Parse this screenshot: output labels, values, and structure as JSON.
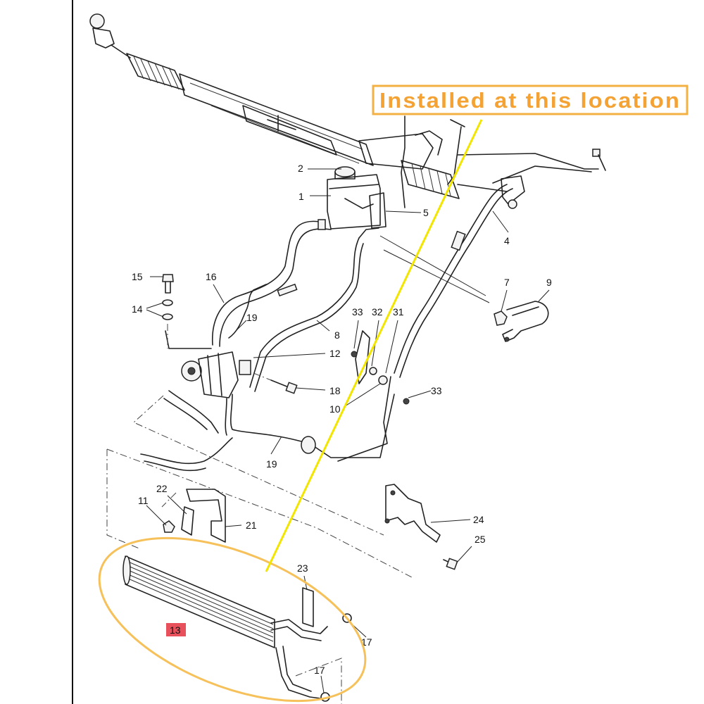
{
  "callout": {
    "text": "Installed at this location",
    "border_color": "#f4b143",
    "text_color": "#f4a233",
    "pointer_color": "#f2e600"
  },
  "highlight": {
    "ellipse_color": "#f6c15a",
    "part_number": "13",
    "part_badge_color": "#e8505b"
  },
  "labels": [
    {
      "id": "1",
      "text": "1"
    },
    {
      "id": "2",
      "text": "2"
    },
    {
      "id": "4",
      "text": "4"
    },
    {
      "id": "5",
      "text": "5"
    },
    {
      "id": "7",
      "text": "7"
    },
    {
      "id": "8",
      "text": "8"
    },
    {
      "id": "9",
      "text": "9"
    },
    {
      "id": "10",
      "text": "10"
    },
    {
      "id": "11",
      "text": "11"
    },
    {
      "id": "12",
      "text": "12"
    },
    {
      "id": "14",
      "text": "14"
    },
    {
      "id": "15",
      "text": "15"
    },
    {
      "id": "16",
      "text": "16"
    },
    {
      "id": "17a",
      "text": "17"
    },
    {
      "id": "17b",
      "text": "17"
    },
    {
      "id": "18",
      "text": "18"
    },
    {
      "id": "19a",
      "text": "19"
    },
    {
      "id": "19b",
      "text": "19"
    },
    {
      "id": "21",
      "text": "21"
    },
    {
      "id": "22",
      "text": "22"
    },
    {
      "id": "23",
      "text": "23"
    },
    {
      "id": "24",
      "text": "24"
    },
    {
      "id": "25",
      "text": "25"
    },
    {
      "id": "31",
      "text": "31"
    },
    {
      "id": "32",
      "text": "32"
    },
    {
      "id": "33a",
      "text": "33"
    },
    {
      "id": "33b",
      "text": "33"
    }
  ]
}
